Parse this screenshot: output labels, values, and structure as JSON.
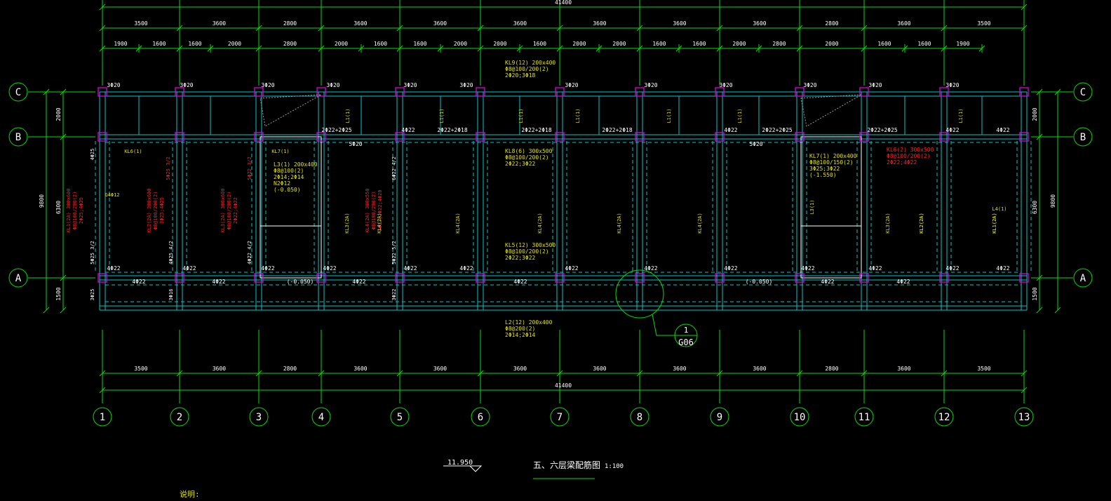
{
  "colors": {
    "background": "#000000",
    "grid": "#00e000",
    "beam": "#00c8c8",
    "column": "#e000e0",
    "label": "#e0e000",
    "highlight": "#ff2020",
    "title": "#ffffff",
    "hatch": "#9a9a9a"
  },
  "drawing": {
    "title": "五、六层梁配筋图",
    "scale": "1:100",
    "elevation": "11.950",
    "note": "说明:"
  },
  "axes": {
    "columns": [
      "1",
      "2",
      "3",
      "4",
      "5",
      "6",
      "7",
      "8",
      "9",
      "10",
      "11",
      "12",
      "13"
    ],
    "rows": [
      "C",
      "B",
      "A"
    ],
    "total_width": "41400",
    "bays": [
      "3500",
      "3600",
      "2800",
      "3600",
      "3600",
      "3600",
      "3600",
      "3600",
      "3600",
      "2800",
      "3600",
      "3500"
    ],
    "sub_bays": [
      "1900",
      "1600",
      "1600",
      "2000",
      "2800",
      "2000",
      "1600",
      "1600",
      "2000",
      "2000",
      "1600",
      "2000",
      "2000",
      "1600",
      "1600",
      "2000",
      "2800",
      "2000",
      "1600",
      "1600",
      "1900"
    ],
    "left_dims": [
      "2000",
      "6300",
      "1500"
    ],
    "left_total": "9800",
    "right_dims": [
      "2000",
      "6300",
      "1500"
    ],
    "right_total": "9800"
  },
  "detail_callout": {
    "number": "1",
    "sheet": "G06"
  },
  "annotations": {
    "kl9": [
      "KL9(12) 200x400",
      "Φ8@100/200(2)",
      "2Φ20;3Φ18"
    ],
    "kl8": [
      "KL8(6) 300x500",
      "Φ8@100/200(2)",
      "2Φ22;3Φ22"
    ],
    "kl5": [
      "KL5(12) 300x500",
      "Φ8@100/200(2)",
      "2Φ22;3Φ22"
    ],
    "l2": [
      "L2(12) 200x400",
      "Φ8@200(2)",
      "2Φ14;2Φ14"
    ],
    "l3": [
      "L3(1) 200x400",
      "Φ8@100(2)",
      "2Φ14;2Φ14",
      "N2Φ12",
      "(-0.050)"
    ],
    "kl7": [
      "KL7(1) 200x400",
      "Φ8@100/150(2)",
      "3Φ25;3Φ22",
      "(-1.550)"
    ],
    "kl6": [
      "KL6(2) 300x500",
      "Φ8@100/200(2)",
      "2Φ22;4Φ22"
    ],
    "kl1": [
      "KL1(2A) 300x600",
      "Φ8@100/200(2)",
      "2Φ25;4Φ25"
    ],
    "kl2": [
      "KL2(2A) 300x600",
      "Φ8@100/200(2)",
      "3Φ25;4Φ25"
    ],
    "kl3": [
      "KL3(2A) 300x600",
      "Φ8@100/200(2)",
      "2Φ22;4Φ22"
    ],
    "kl4": [
      "KL4(2A) 300x550",
      "Φ8@100/200(2)",
      "2Φ22;2Φ22;4Φ20"
    ],
    "top_bars": [
      "3Φ20",
      "3Φ20",
      "3Φ20",
      "3Φ20",
      "3Φ20",
      "3Φ20",
      "3Φ20",
      "3Φ20",
      "3Φ20",
      "3Φ20",
      "3Φ20",
      "3Φ20"
    ],
    "b_row": [
      "2Φ22+2Φ25",
      "4Φ22",
      "2Φ22+2Φ18",
      "2Φ22+2Φ18",
      "2Φ22+2Φ18",
      "4Φ22",
      "2Φ22+2Φ25",
      "2Φ22+2Φ25",
      "4Φ22",
      "4Φ22"
    ],
    "a_row": [
      "4Φ22",
      "4Φ22",
      "4Φ22",
      "4Φ22",
      "4Φ22",
      "4Φ22",
      "4Φ22",
      "4Φ22",
      "4Φ22",
      "4Φ22",
      "4Φ22",
      "4Φ22",
      "4Φ22"
    ],
    "a_bottom": [
      "4Φ22",
      "4Φ22",
      "(-0.050)",
      "4Φ22",
      "4Φ22",
      "(-0.050)",
      "4Φ22",
      "4Φ22"
    ],
    "mid_b": [
      "5Φ20",
      "5Φ20"
    ],
    "red_vert": [
      "5Φ25 3/2",
      "5Φ22 3/2"
    ],
    "vert_bars": [
      "4Φ25",
      "5Φ25 3/2",
      "4Φ25 4/2",
      "6Φ22 4/2",
      "5Φ22 5/2",
      "4Φ22 4/2",
      "3Φ25",
      "3Φ16",
      "3Φ22"
    ],
    "kl_vert": [
      "KL1(2A)",
      "KL2(2A)",
      "KL3(2A)",
      "KL4(2A)",
      "KL4(2A)",
      "KL4(2A)",
      "KL4(2A)",
      "KL4(2A)",
      "KL3(2A)",
      "KL2(2A)",
      "KL1(2A)"
    ],
    "l_small": [
      "L1(1)",
      "L1(1)",
      "L1(1)",
      "L1(1)",
      "L1(1)",
      "L1(1)",
      "L1(1)",
      "L3(1)",
      "KL7(1)",
      "KL6(1)",
      "G4Φ12",
      "L4(1)"
    ]
  }
}
